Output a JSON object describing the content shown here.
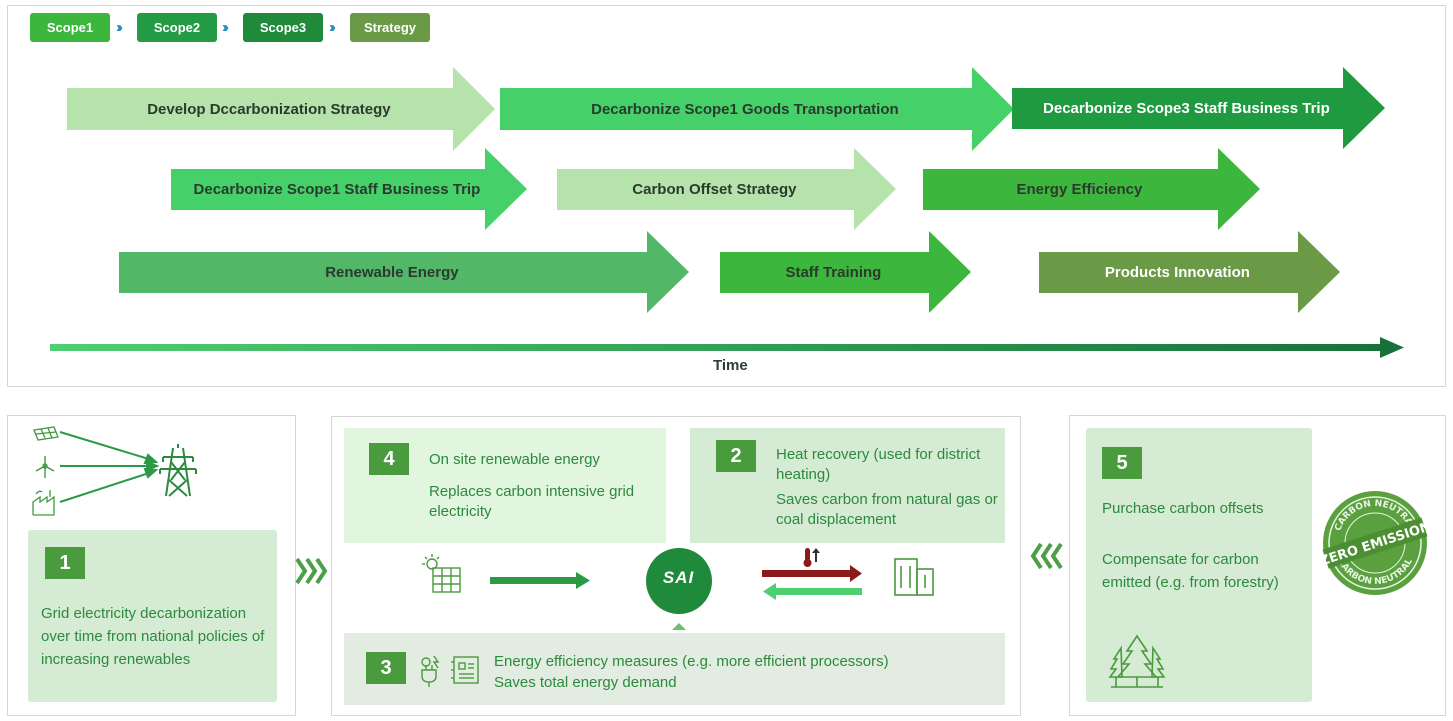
{
  "tabs": [
    {
      "label": "Scope1",
      "color": "#3cb63c"
    },
    {
      "label": "Scope2",
      "color": "#239b45"
    },
    {
      "label": "Scope3",
      "color": "#1e8a3a"
    },
    {
      "label": "Strategy",
      "color": "#6a9a45"
    }
  ],
  "arrows": [
    {
      "label": "Develop Dccarbonization  Strategy",
      "color": "#b6e2ac",
      "text_color": "#2c3a2e"
    },
    {
      "label": "Decarbonize Scope1 Goods Transportation",
      "color": "#45d06a",
      "text_color": "#2c3a2e"
    },
    {
      "label": "Decarbonize Scope3 Staff Business Trip",
      "color": "#1f9a40",
      "text_color": "#ffffff"
    },
    {
      "label": "Decarbonize Scope1 Staff Business Trip",
      "color": "#45d06a",
      "text_color": "#2c3a2e"
    },
    {
      "label": "Carbon Offset Strategy",
      "color": "#b6e2ac",
      "text_color": "#2c3a2e"
    },
    {
      "label": "Energy Efficiency",
      "color": "#3cb63c",
      "text_color": "#2c3a2e"
    },
    {
      "label": "Renewable Energy",
      "color": "#52b868",
      "text_color": "#2c3a2e"
    },
    {
      "label": "Staff Training",
      "color": "#3cb63c",
      "text_color": "#2c3a2e"
    },
    {
      "label": "Products Innovation",
      "color": "#6a9a45",
      "text_color": "#ffffff"
    }
  ],
  "time_label": "Time",
  "box1": {
    "num": "1",
    "text": "Grid electricity decarbonization over time from national policies of increasing renewables"
  },
  "box4": {
    "num": "4",
    "line1": "On site renewable energy",
    "line2": "Replaces carbon intensive grid electricity"
  },
  "box2": {
    "num": "2",
    "line1": "Heat recovery (used for district heating)",
    "line2": "Saves carbon from natural gas or coal displacement"
  },
  "box3": {
    "num": "3",
    "line1": "Energy efficiency measures (e.g. more efficient processors)",
    "line2": "Saves total energy demand"
  },
  "box5": {
    "num": "5",
    "line1": "Purchase carbon offsets",
    "line2": "Compensate for carbon emitted (e.g. from forestry)"
  },
  "logo_text": "SAI",
  "badge": {
    "top": "CARBON NEUTRAL",
    "middle": "ZERO EMISSION",
    "bottom": "CARBON NEUTRAL"
  },
  "icons": [
    "solar-panel-icon",
    "wind-turbine-icon",
    "factory-icon",
    "power-tower-icon",
    "building-icon",
    "thermometer-icon",
    "plug-icon",
    "processor-icon",
    "forest-icon"
  ]
}
